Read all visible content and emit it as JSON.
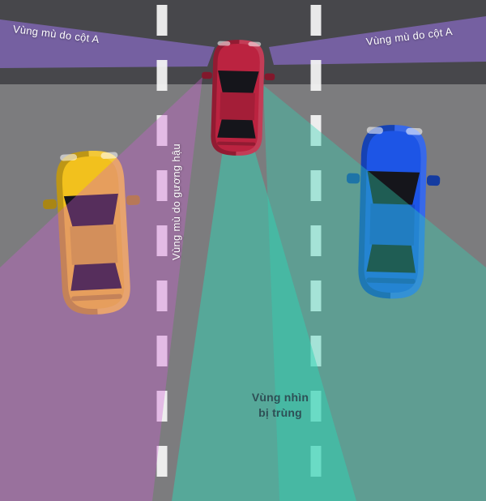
{
  "labels": {
    "pillar_blind_left": "Vùng mù do cột A",
    "pillar_blind_right": "Vùng mù do cột A",
    "mirror_blind": "Vùng mù do gương hậu",
    "overlap_line1": "Vùng nhìn",
    "overlap_line2": "bị trùng"
  },
  "colors": {
    "road": "#7c7c7e",
    "top_band": "#47474b",
    "pillar_zone": "#7a63ab",
    "mirror_zone": "#d05fd8",
    "view_zone": "#2fd3b4",
    "lane_line": "#f7f7f7",
    "label_text": "#ffffff",
    "overlap_text": "#2e4f55"
  },
  "cars": {
    "red": {
      "name": "red-car",
      "color": "#bb2340"
    },
    "yellow": {
      "name": "yellow-car",
      "color": "#f2c11d"
    },
    "blue": {
      "name": "blue-car",
      "color": "#1d55e6"
    }
  }
}
